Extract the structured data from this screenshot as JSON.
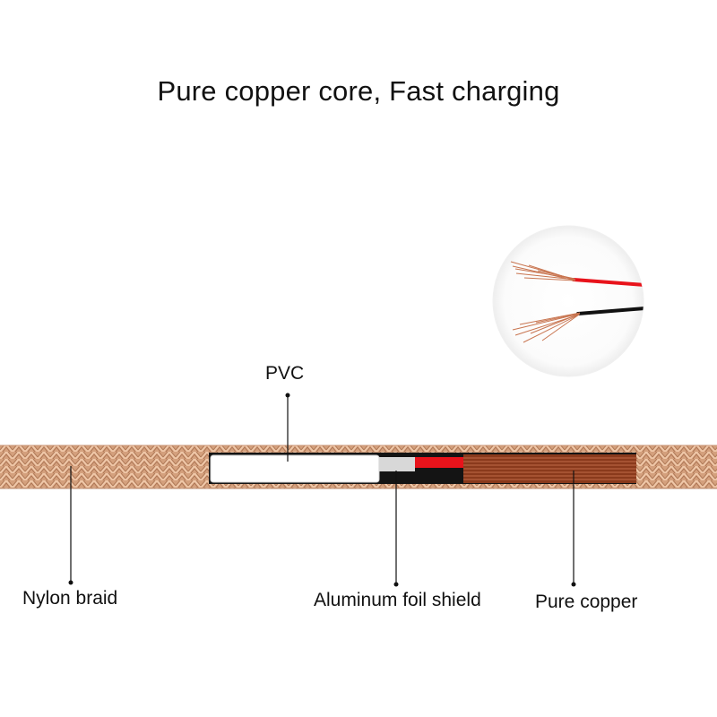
{
  "headline": "Pure copper core, Fast charging",
  "labels": {
    "pvc": "PVC",
    "nylon_braid": "Nylon braid",
    "aluminum_foil_shield": "Aluminum foil shield",
    "pure_copper": "Pure copper"
  },
  "colors": {
    "braid": "#d4a07d",
    "braid_dark": "#b07a58",
    "braid_light": "#efc7a8",
    "pvc": "#ffffff",
    "foil": "#d8d8d8",
    "red_wire": "#e8131b",
    "black_wire": "#111111",
    "copper": "#8a3a1c",
    "copper_strand": "#c06a48"
  }
}
